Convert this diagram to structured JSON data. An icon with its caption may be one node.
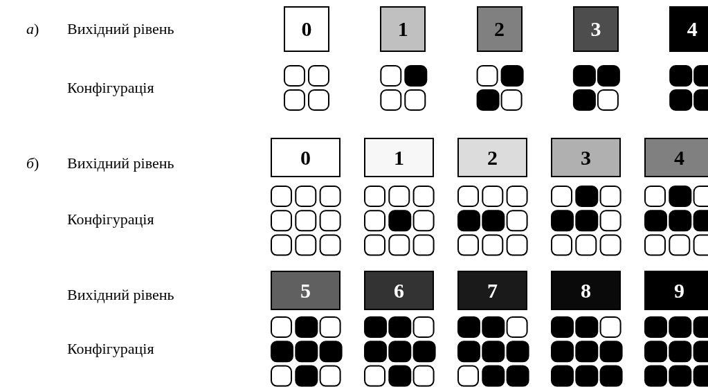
{
  "diagram": {
    "nodes": [
      {
        "text": [
          "0"
        ]
      },
      {
        "text": [
          "1"
        ]
      },
      {
        "text": [
          "2"
        ]
      },
      {
        "text": [
          "3"
        ]
      },
      {
        "text": [
          "4"
        ]
      },
      {
        "text": [
          "0"
        ]
      },
      {
        "text": [
          "1"
        ]
      },
      {
        "text": [
          "2"
        ]
      },
      {
        "text": [
          "3"
        ]
      },
      {
        "text": [
          "4"
        ]
      },
      {
        "text": [
          "5"
        ]
      },
      {
        "text": [
          "6"
        ]
      },
      {
        "text": [
          "7"
        ]
      },
      {
        "text": [
          "8"
        ]
      },
      {
        "text": [
          "9"
        ]
      }
    ],
    "labels": [
      "*а*)",
      "Вихідний рівень",
      "Конфігурація",
      "*б*)",
      "Вихідний рівень",
      "Конфігурація",
      "Вихідний рівень",
      "Конфігурація"
    ]
  }
}
